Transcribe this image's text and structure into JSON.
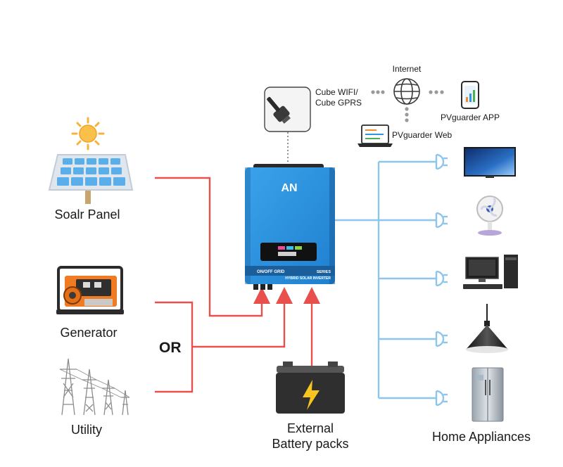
{
  "sources": {
    "solar_label": "Soalr Panel",
    "generator_label": "Generator",
    "utility_label": "Utility",
    "or_label": "OR"
  },
  "monitoring": {
    "wifi_label_line1": "Cube WIFI/",
    "wifi_label_line2": "Cube  GPRS",
    "internet_label": "Internet",
    "app_label": "PVguarder APP",
    "web_label": "PVguarder Web"
  },
  "inverter": {
    "logo_text": "AN",
    "badge_text": "ON/OFF GRID",
    "series_text": "SERIES",
    "model_text": "HYBRID SOLAR INVERTER"
  },
  "battery": {
    "label_line1": "External",
    "label_line2": "Battery packs"
  },
  "appliances": {
    "label": "Home Appliances",
    "items": [
      "tv",
      "fan",
      "computer",
      "lamp",
      "refrigerator"
    ]
  },
  "colors": {
    "power_line": "#e8504e",
    "load_line": "#8ec5ec",
    "inverter_body": "#2f95df",
    "inverter_dark": "#1f6fb0",
    "solar_cell": "#5aaeea",
    "sun": "#f7b23b"
  }
}
